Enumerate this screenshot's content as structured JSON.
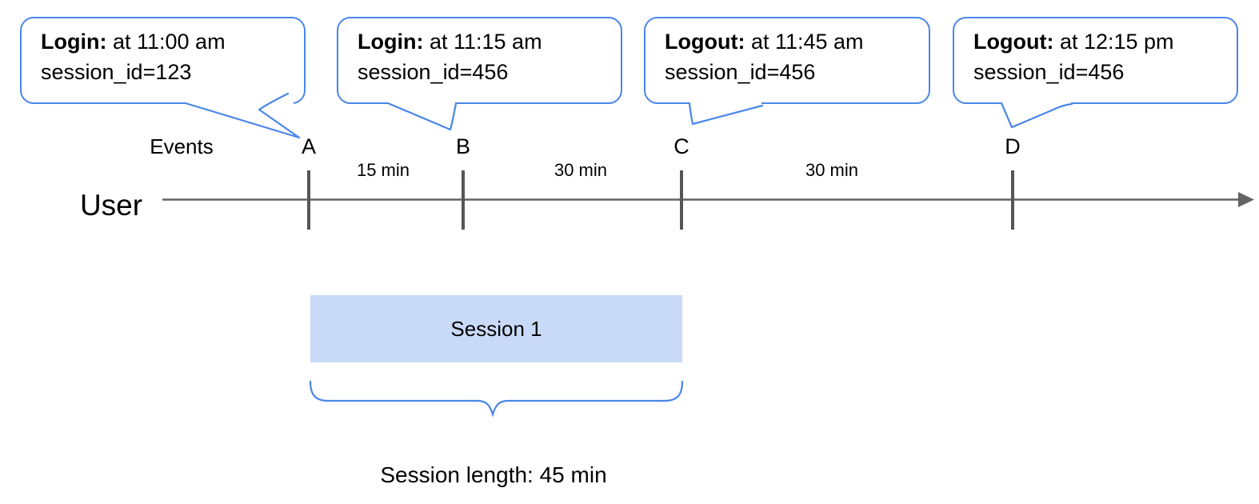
{
  "colors": {
    "accent_blue": "#4a86e8",
    "session_fill": "#c9daf8",
    "line_gray": "#636363",
    "tick_gray": "#565656",
    "text": "#000000"
  },
  "callouts": [
    {
      "event": "Login:",
      "time_text": " at 11:00 am",
      "detail": "session_id=123",
      "points_to": "A"
    },
    {
      "event": "Login:",
      "time_text": " at 11:15 am",
      "detail": "session_id=456",
      "points_to": "B"
    },
    {
      "event": "Logout:",
      "time_text": " at 11:45 am",
      "detail": "session_id=456",
      "points_to": "C"
    },
    {
      "event": "Logout:",
      "time_text": " at 12:15 pm",
      "detail": "session_id=456",
      "points_to": "D"
    }
  ],
  "timeline": {
    "events_label": "Events",
    "axis_label": "User",
    "event_markers": [
      "A",
      "B",
      "C",
      "D"
    ],
    "intervals": [
      {
        "label": "15 min",
        "between": "A-B"
      },
      {
        "label": "30 min",
        "between": "B-C"
      },
      {
        "label": "30 min",
        "between": "C-D"
      }
    ]
  },
  "session": {
    "label": "Session 1",
    "spans": "A-C",
    "length_label": "Session length: 45 min"
  }
}
